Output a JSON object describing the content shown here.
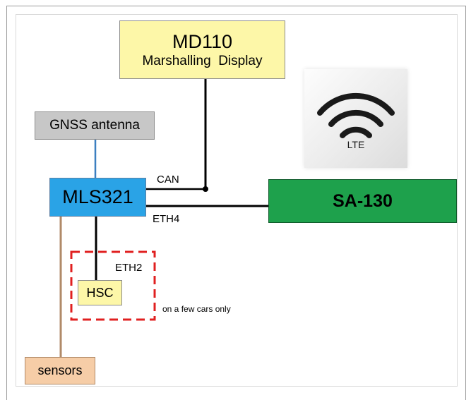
{
  "diagram": {
    "md110": {
      "title": "MD110",
      "subtitle": "Marshalling  Display"
    },
    "gnss": {
      "label": "GNSS antenna"
    },
    "mls321": {
      "label": "MLS321"
    },
    "sa130": {
      "label": "SA-130"
    },
    "hsc": {
      "label": "HSC"
    },
    "sensors": {
      "label": "sensors"
    },
    "connections": {
      "can": "CAN",
      "eth4": "ETH4",
      "eth2": "ETH2"
    },
    "note": "on a few cars only",
    "lte_icon": {
      "icon": "lte-wifi-icon",
      "label": "LTE"
    }
  },
  "colors": {
    "md110_fill": "#fdf7a8",
    "gnss_fill": "#c7c7c7",
    "mls321_fill": "#2aa3e6",
    "sa130_fill": "#1ea14c",
    "hsc_fill": "#fdf7a8",
    "sensors_fill": "#f6cda7",
    "gnss_link": "#3c7fc0",
    "sensors_link": "#b08a68",
    "dashed_border": "#e02020"
  }
}
